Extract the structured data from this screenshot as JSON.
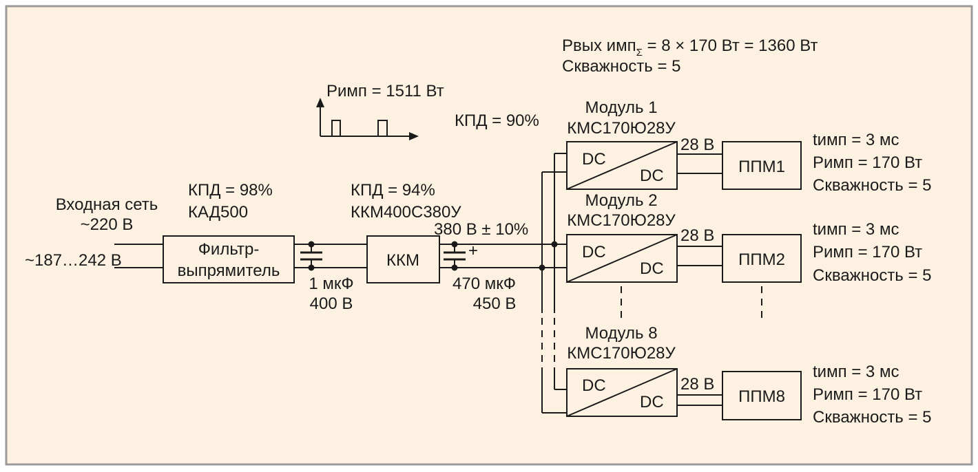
{
  "colors": {
    "background": "#fdf2e2",
    "frame": "#9a9a9a",
    "ink": "#1a1a1a"
  },
  "header": {
    "pout_prefix": "Рвых имп",
    "pout_sub": "Σ",
    "pout_rest": " = 8 × 170 Вт = 1360 Вт",
    "duty_total": "Скважность = 5"
  },
  "pulse": {
    "power": "Римп = 1511 Вт"
  },
  "kkm_efficiency": "КПД = 90%",
  "input": {
    "title": "Входная сеть",
    "nominal": "~220 В",
    "range": "~187…242 В"
  },
  "filter": {
    "efficiency": "КПД = 98%",
    "model": "КАД500",
    "label_line1": "Фильтр-",
    "label_line2": "выпрямитель",
    "cap_value": "1 мкФ",
    "cap_voltage": "400 В"
  },
  "kkm": {
    "efficiency": "КПД = 94%",
    "model": "ККМ400С380У",
    "label": "ККМ",
    "bus_voltage": "380 В ± 10%",
    "cap_value": "470 мкФ",
    "cap_voltage": "450 В",
    "cap_plus": "+"
  },
  "modules": [
    {
      "title": "Модуль 1",
      "model": "КМС170Ю28У",
      "dc_in": "DC",
      "dc_out": "DC",
      "out_voltage": "28 В",
      "load": "ППМ1",
      "t_pulse": "tимп = 3 мс",
      "p_pulse": "Римп = 170 Вт",
      "duty": "Скважность = 5"
    },
    {
      "title": "Модуль 2",
      "model": "КМС170Ю28У",
      "dc_in": "DC",
      "dc_out": "DC",
      "out_voltage": "28 В",
      "load": "ППМ2",
      "t_pulse": "tимп = 3 мс",
      "p_pulse": "Римп = 170 Вт",
      "duty": "Скважность = 5"
    },
    {
      "title": "Модуль 8",
      "model": "КМС170Ю28У",
      "dc_in": "DC",
      "dc_out": "DC",
      "out_voltage": "28 В",
      "load": "ППМ8",
      "t_pulse": "tимп = 3 мс",
      "p_pulse": "Римп = 170 Вт",
      "duty": "Скважность = 5"
    }
  ]
}
